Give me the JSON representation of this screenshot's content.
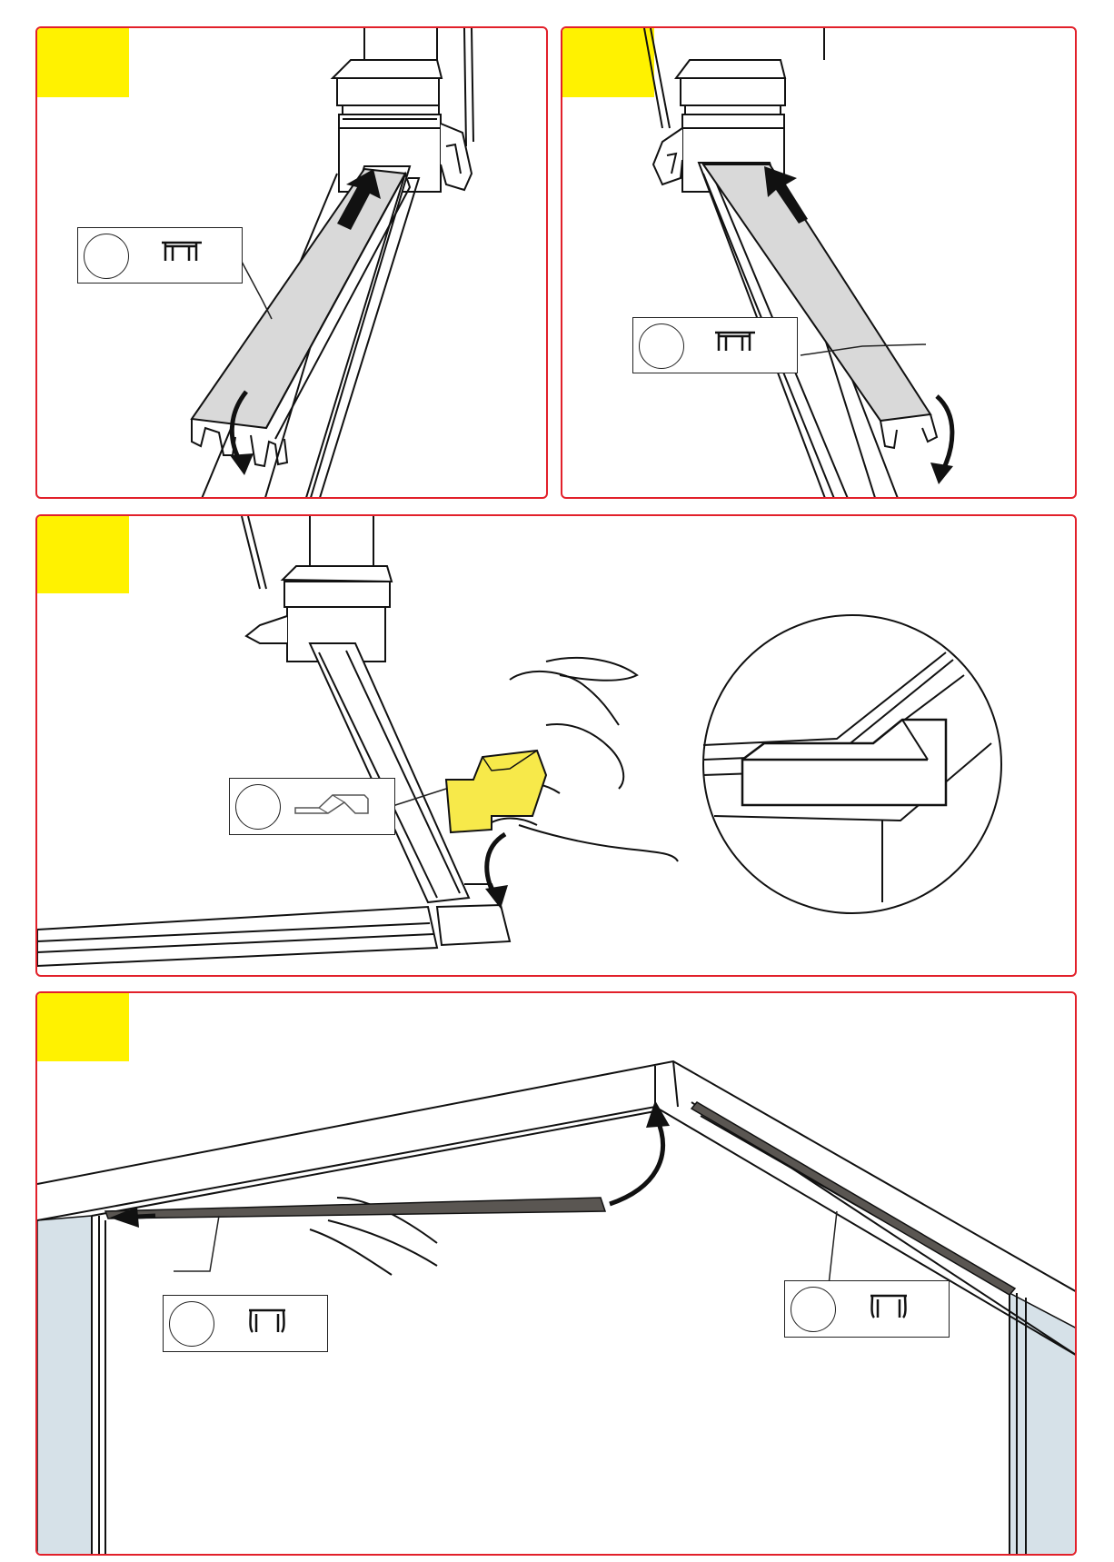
{
  "document": {
    "type": "assembly-instruction-sheet",
    "accent_color": "#e2202a",
    "step_tag_color": "#fff200",
    "part_color_yellow": "#f7e94a",
    "cap_color": "#d9d9d9",
    "gasket_color": "#5a5652",
    "glass_color": "#d6e1e8"
  },
  "panels": [
    {
      "id": "step-a",
      "callouts": [
        {
          "part_icon": "cover-profile-icon"
        }
      ]
    },
    {
      "id": "step-b",
      "callouts": [
        {
          "part_icon": "cover-profile-icon"
        }
      ]
    },
    {
      "id": "step-c",
      "callouts": [
        {
          "part_icon": "corner-connector-icon"
        }
      ]
    },
    {
      "id": "step-d",
      "callouts": [
        {
          "part_icon": "gasket-profile-icon"
        },
        {
          "part_icon": "gasket-profile-icon"
        }
      ]
    }
  ]
}
